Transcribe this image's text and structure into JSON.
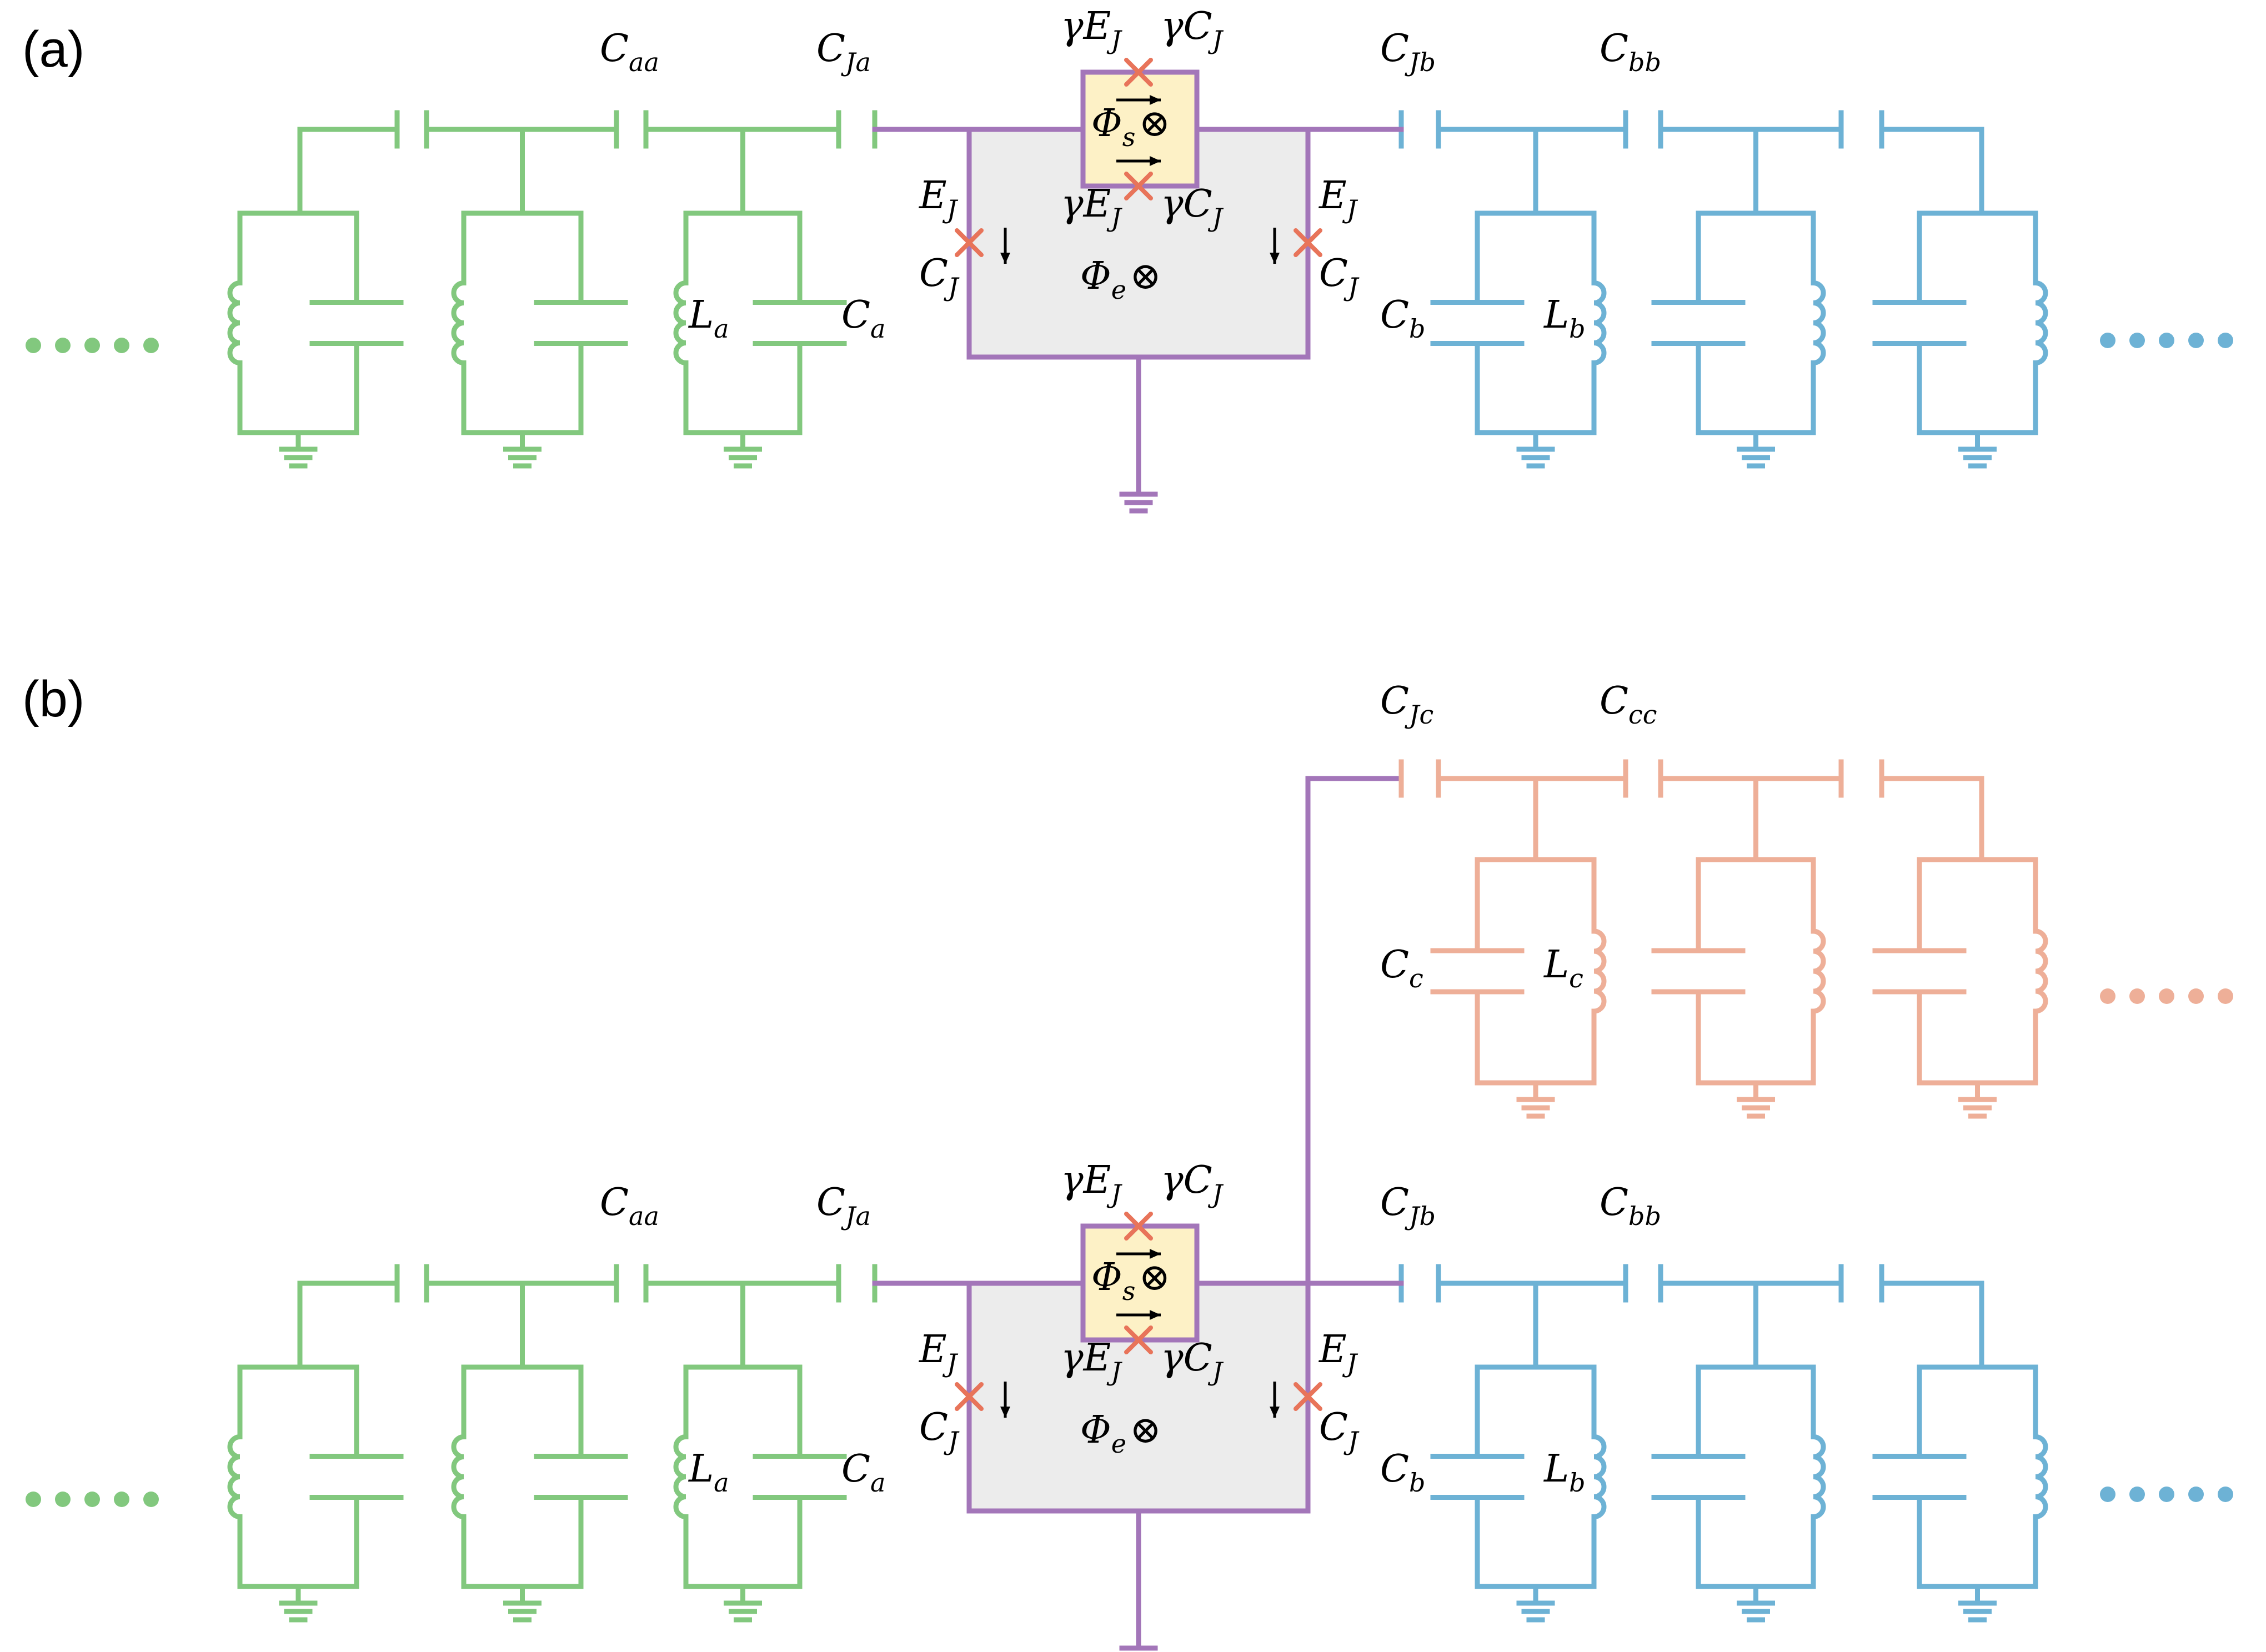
{
  "panels": {
    "a": "(a)",
    "b": "(b)"
  },
  "labels": {
    "Caa": [
      "C",
      "aa"
    ],
    "CJa": [
      "C",
      "Ja"
    ],
    "CJb": [
      "C",
      "Jb"
    ],
    "Cbb": [
      "C",
      "bb"
    ],
    "CJc": [
      "C",
      "Jc"
    ],
    "Ccc": [
      "C",
      "cc"
    ],
    "La": [
      "L",
      "a"
    ],
    "Ca": [
      "C",
      "a"
    ],
    "Lb": [
      "L",
      "b"
    ],
    "Cb": [
      "C",
      "b"
    ],
    "Lc": [
      "L",
      "c"
    ],
    "Cc": [
      "C",
      "c"
    ],
    "gEJ": [
      "γE",
      "J"
    ],
    "gCJ": [
      "γC",
      "J"
    ],
    "EJ": [
      "E",
      "J"
    ],
    "CJ": [
      "C",
      "J"
    ],
    "Phis": [
      "Φ",
      "s",
      "⊗"
    ],
    "Phie": [
      "Φ",
      "e",
      "⊗"
    ]
  },
  "colors": {
    "chain_a": "#82c87e",
    "chain_b": "#6db2d5",
    "chain_c": "#eeaf98",
    "coupler": "#a376b9",
    "coupler_fill": "#ececec",
    "squid_fill": "#fdf1c6",
    "junction": "#e8745a"
  }
}
